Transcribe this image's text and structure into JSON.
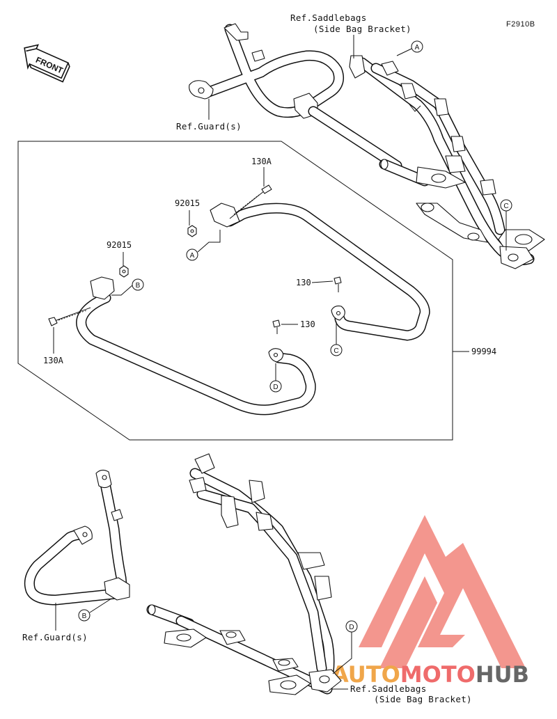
{
  "figure_code": "F2910B",
  "front_label": "FRONT",
  "top_assembly": {
    "ref_saddlebags_line1": "Ref.Saddlebags",
    "ref_saddlebags_line2": "(Side Bag Bracket)",
    "ref_guards": "Ref.Guard(s)",
    "callout_a": "A",
    "callout_c": "C"
  },
  "kit_box": {
    "part_number": "99994",
    "bolt_130a_top": "130A",
    "nut_92015_top": "92015",
    "nut_92015_left": "92015",
    "bolt_130a_left": "130A",
    "bolt_130_right": "130",
    "bolt_130_mid": "130",
    "callout_a": "A",
    "callout_b": "B",
    "callout_c": "C",
    "callout_d": "D"
  },
  "bottom_assembly": {
    "ref_guards": "Ref.Guard(s)",
    "ref_saddlebags_line1": "Ref.Saddlebags",
    "ref_saddlebags_line2": "(Side Bag Bracket)",
    "callout_b": "B",
    "callout_d": "D"
  },
  "watermark": {
    "part1": "AUTO",
    "part2": "MOTO",
    "part3": "HUB",
    "colors": {
      "auto": "#f0a64a",
      "moto": "#ef6b6b",
      "hub": "#666666",
      "triangle": "#f28b82"
    }
  }
}
